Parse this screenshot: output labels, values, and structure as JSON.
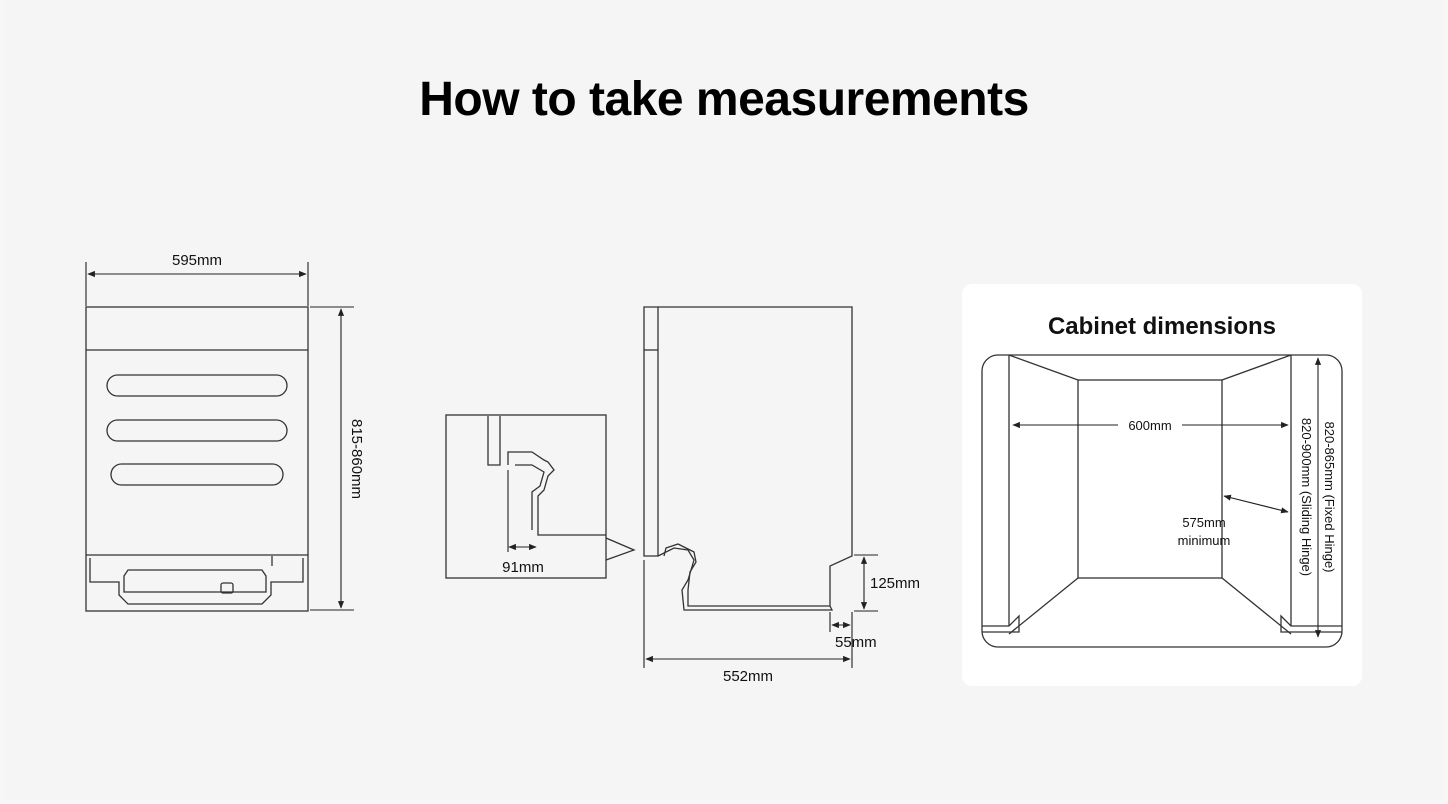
{
  "page": {
    "title": "How to take measurements"
  },
  "front_view": {
    "width_label": "595mm",
    "height_label": "815-860mm"
  },
  "side_view": {
    "detail_label": "91mm",
    "plinth_height_label": "125mm",
    "plinth_depth_label": "55mm",
    "depth_label": "552mm"
  },
  "cabinet": {
    "title": "Cabinet dimensions",
    "width_label": "600mm",
    "depth_label_line1": "575mm",
    "depth_label_line2": "minimum",
    "height_fixed_label": "820-865mm (Fixed Hinge)",
    "height_sliding_label": "820-900mm (Sliding Hinge)"
  },
  "colors": {
    "background": "#f5f5f5",
    "line": "#333333",
    "text": "#111111",
    "panel": "#ffffff"
  }
}
